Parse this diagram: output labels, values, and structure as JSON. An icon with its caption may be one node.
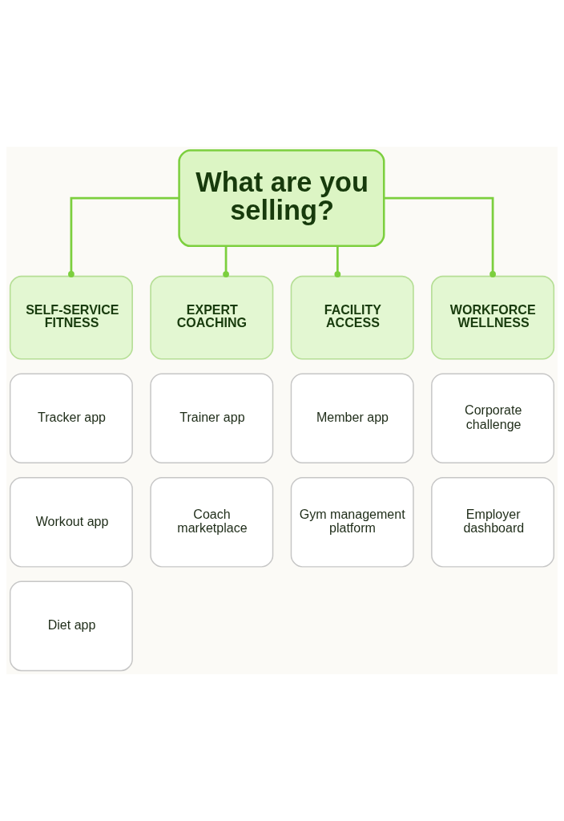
{
  "diagram": {
    "nodes": [
      {
        "text": [
          "What are you selling?"
        ]
      },
      {
        "text": [
          "SELF-SERVICE FITNESS"
        ]
      },
      {
        "text": [
          "EXPERT COACHING"
        ]
      },
      {
        "text": [
          "FACILITY ACCESS"
        ]
      },
      {
        "text": [
          "WORKFORCE WELLNESS"
        ]
      },
      {
        "text": [
          "Tracker app"
        ]
      },
      {
        "text": [
          "Trainer app"
        ]
      },
      {
        "text": [
          "Member app"
        ]
      },
      {
        "text": [
          "Corporate challenge"
        ]
      },
      {
        "text": [
          "Workout app"
        ]
      },
      {
        "text": [
          "Coach marketplace"
        ]
      },
      {
        "text": [
          "Gym management platform"
        ]
      },
      {
        "text": [
          "Employer dashboard"
        ]
      },
      {
        "text": [
          "Diet app"
        ]
      }
    ],
    "edges": [
      {
        "from": 0,
        "to": 1,
        "arrow": "other"
      },
      {
        "from": 0,
        "to": 2,
        "arrow": "other"
      },
      {
        "from": 0,
        "to": 3,
        "arrow": "other"
      },
      {
        "from": 0,
        "to": 4,
        "arrow": "other"
      }
    ]
  }
}
